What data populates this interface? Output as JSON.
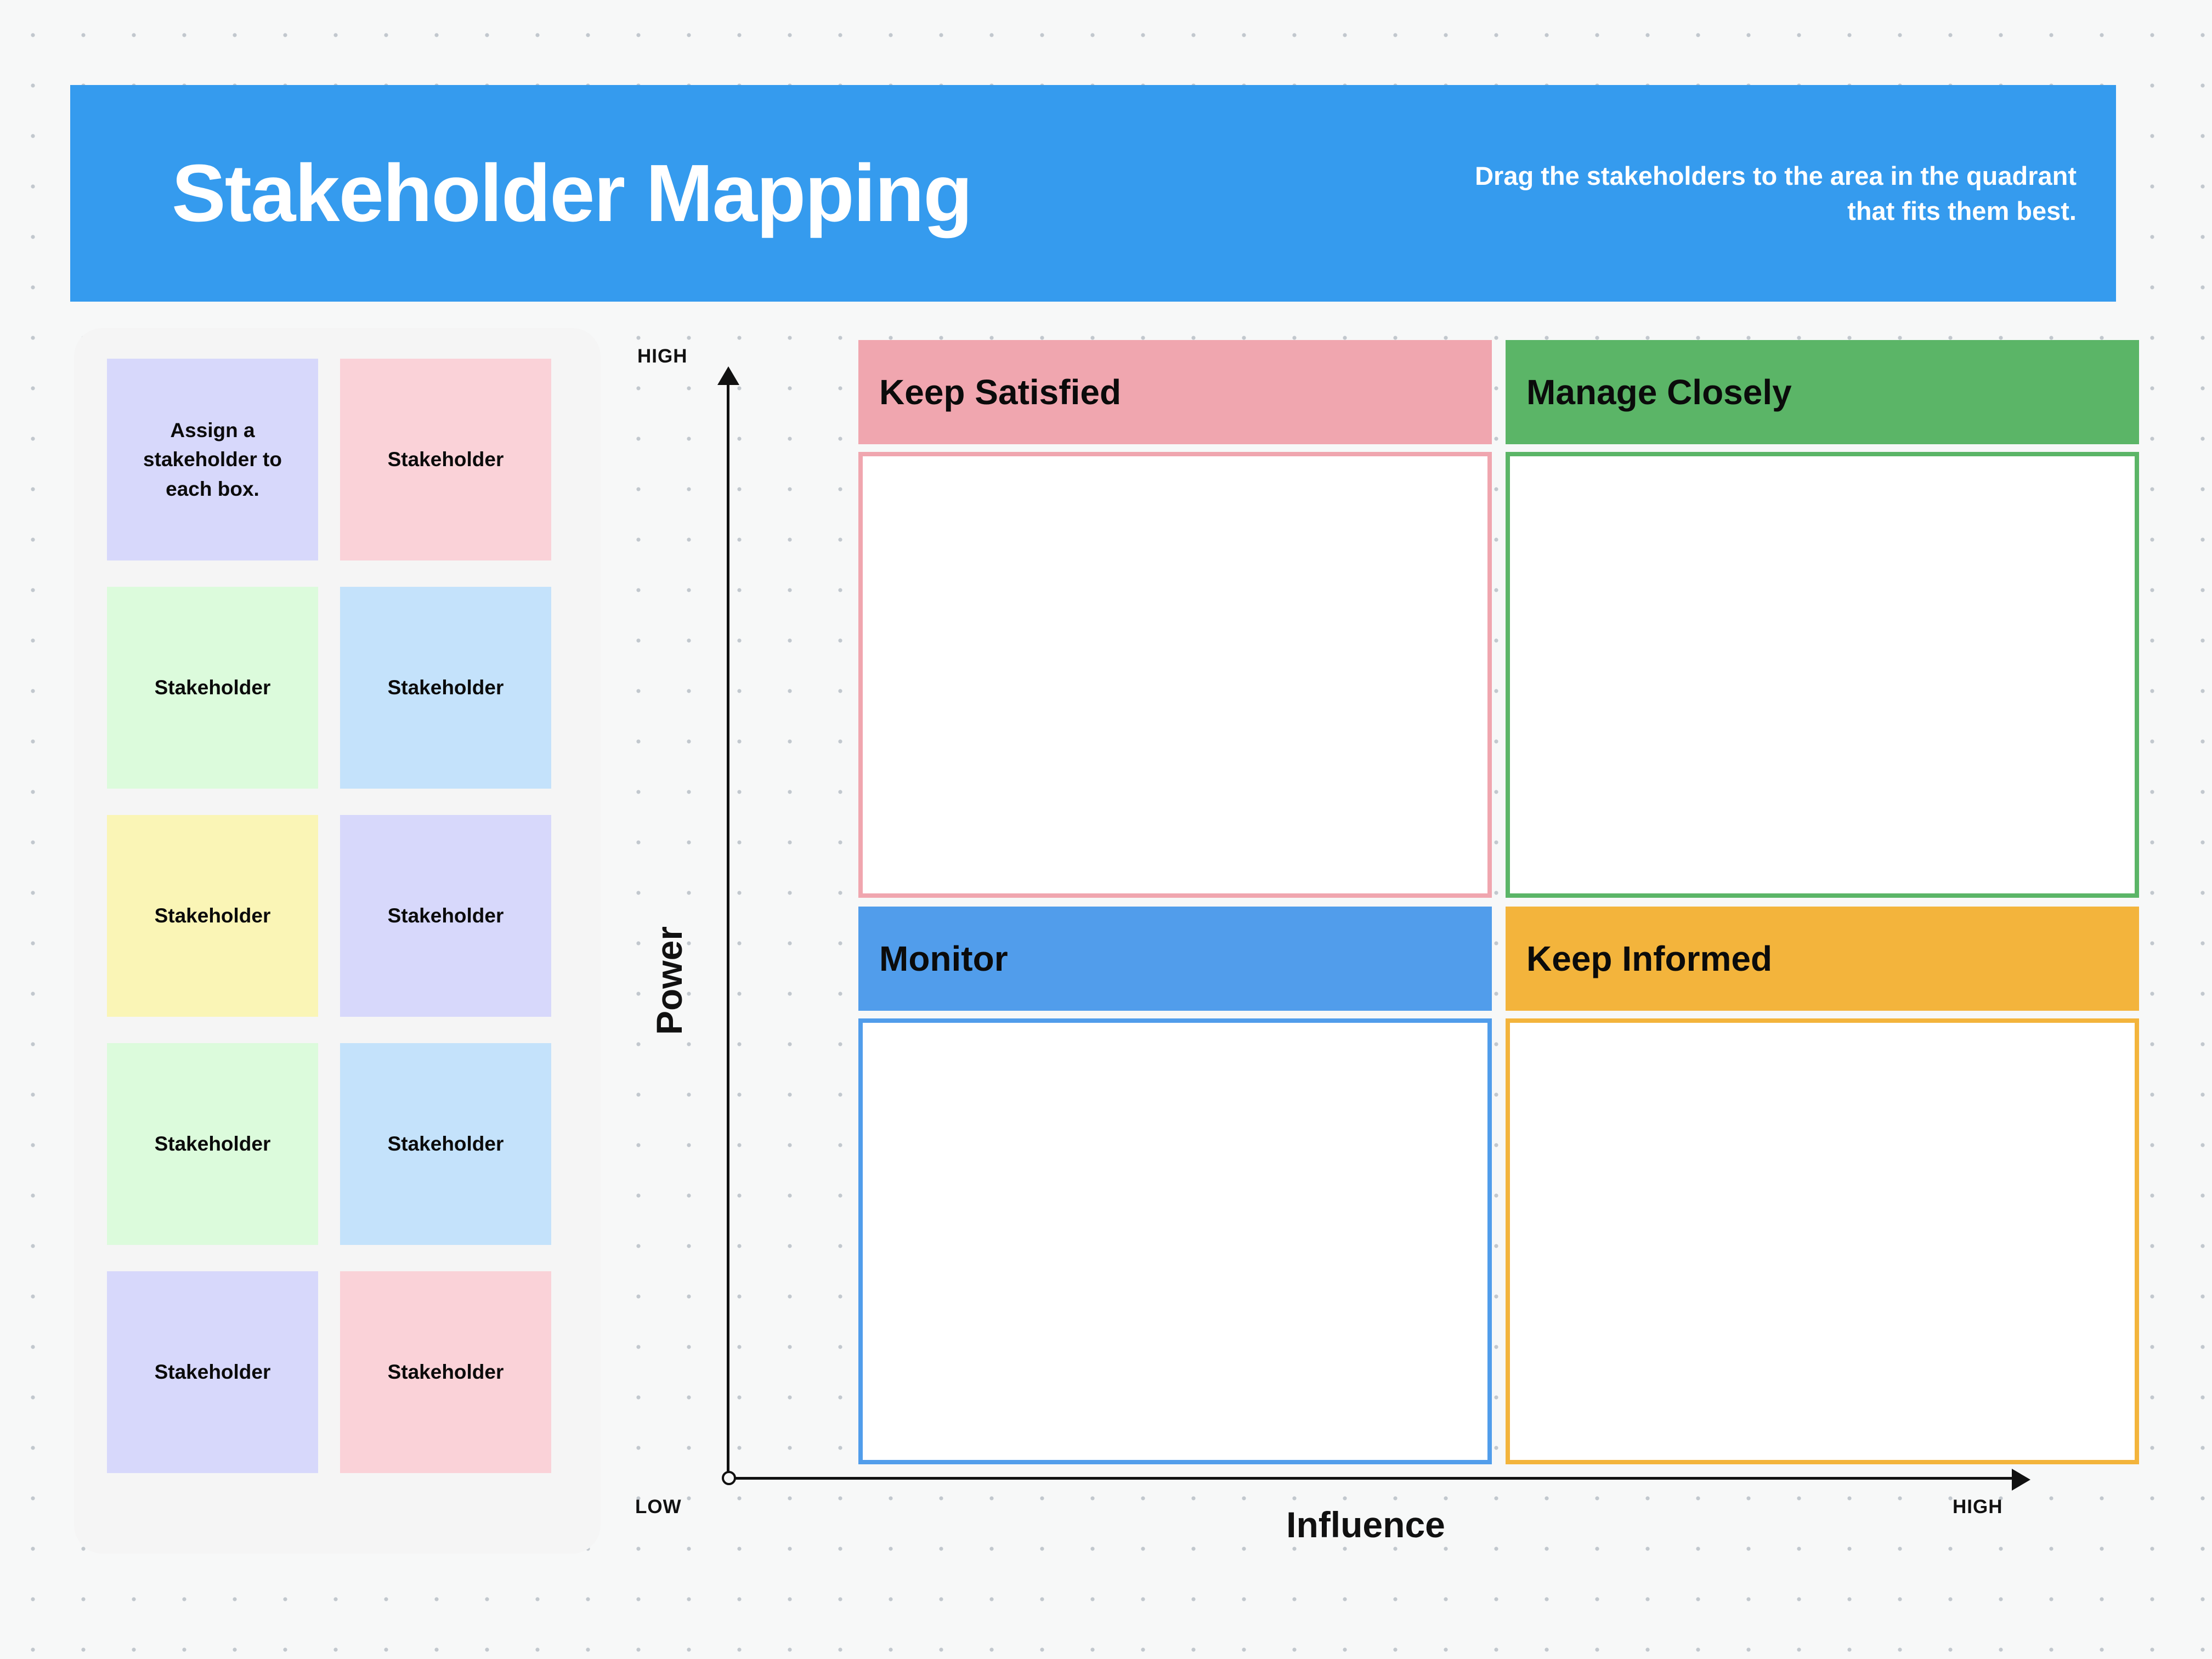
{
  "header": {
    "title": "Stakeholder Mapping",
    "subtitle": "Drag the stakeholders to the area in the quadrant that fits them best.",
    "background_color": "#359BEE",
    "text_color": "#FFFFFF"
  },
  "tray": {
    "cards": [
      {
        "label": "Assign a stakeholder to each box.",
        "color": "#D7D8FB",
        "swatch": "lavender"
      },
      {
        "label": "Stakeholder",
        "color": "#FAD2D8",
        "swatch": "pink"
      },
      {
        "label": "Stakeholder",
        "color": "#DCFBDC",
        "swatch": "green"
      },
      {
        "label": "Stakeholder",
        "color": "#C4E2FB",
        "swatch": "blue"
      },
      {
        "label": "Stakeholder",
        "color": "#FAF5B6",
        "swatch": "yellow"
      },
      {
        "label": "Stakeholder",
        "color": "#D7D8FB",
        "swatch": "lavender"
      },
      {
        "label": "Stakeholder",
        "color": "#DCFBDC",
        "swatch": "green"
      },
      {
        "label": "Stakeholder",
        "color": "#C4E2FB",
        "swatch": "blue"
      },
      {
        "label": "Stakeholder",
        "color": "#D7D8FB",
        "swatch": "lavender"
      },
      {
        "label": "Stakeholder",
        "color": "#FAD2D8",
        "swatch": "pink"
      }
    ]
  },
  "matrix": {
    "y_axis": {
      "label": "Power",
      "high_tick": "HIGH"
    },
    "x_axis": {
      "label": "Influence",
      "low_tick": "LOW",
      "high_tick": "HIGH"
    },
    "quadrants": [
      {
        "title": "Keep Satisfied",
        "color": "#F0A6AF",
        "position": "top-left"
      },
      {
        "title": "Manage Closely",
        "color": "#5BB567",
        "position": "top-right"
      },
      {
        "title": "Monitor",
        "color": "#519DEB",
        "position": "bottom-left"
      },
      {
        "title": "Keep Informed",
        "color": "#F3B43C",
        "position": "bottom-right"
      }
    ]
  },
  "chart_data": {
    "type": "table",
    "title": "Stakeholder Mapping",
    "xlabel": "Influence",
    "ylabel": "Power",
    "x_ticks": [
      "LOW",
      "HIGH"
    ],
    "y_ticks": [
      "HIGH"
    ],
    "categories": [
      "Keep Satisfied",
      "Manage Closely",
      "Monitor",
      "Keep Informed"
    ],
    "series": [
      {
        "name": "Keep Satisfied",
        "power": "high",
        "influence": "low",
        "items": []
      },
      {
        "name": "Manage Closely",
        "power": "high",
        "influence": "high",
        "items": []
      },
      {
        "name": "Monitor",
        "power": "low",
        "influence": "low",
        "items": []
      },
      {
        "name": "Keep Informed",
        "power": "low",
        "influence": "high",
        "items": []
      }
    ],
    "legend": "none",
    "grid": "dot-grid"
  }
}
